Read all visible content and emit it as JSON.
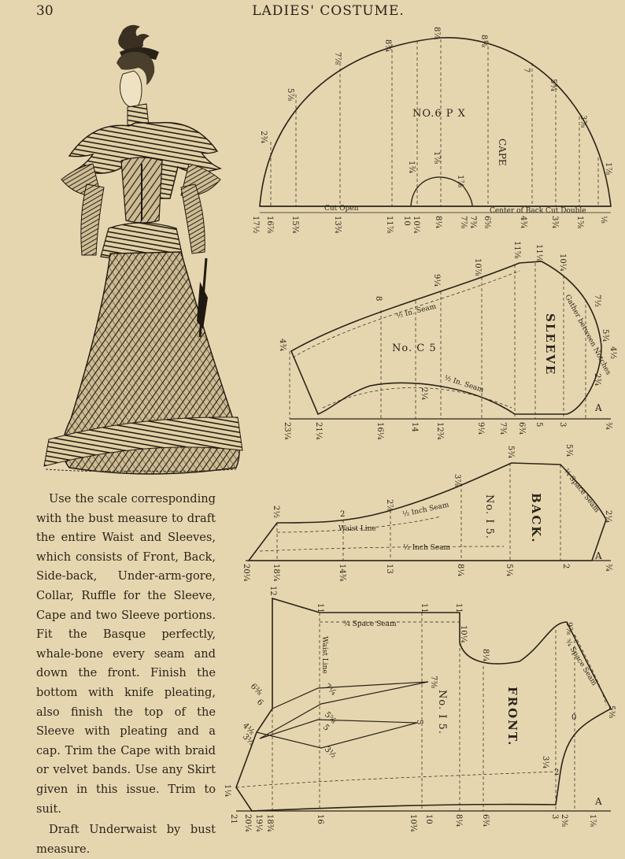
{
  "header": {
    "page_number": "30",
    "title": "LADIES' COSTUME."
  },
  "instructions": {
    "paragraph1": "Use the scale corresponding with the bust measure to draft the entire Waist and Sleeves, which consists of Front, Back, Side-back, Under-arm-gore, Collar, Ruffle for the Sleeve, Cape and two Sleeve portions. Fit the Basque perfectly, whale-bone every seam and down the front. Finish the bottom with knife pleating, also finish the top of the Sleeve with pleating and a cap. Trim the Cape with braid or velvet bands. Use any Skirt given in this issue. Trim to suit.",
    "paragraph2": "Draft Underwaist by bust measure."
  },
  "cape": {
    "title": "NO.6 P X",
    "name": "CAPE",
    "cut_open": "Cut Open",
    "center_back": "Center of Back Cut Double",
    "top_marks": [
      "8¾",
      "8⅞",
      "8⅛",
      "7⅞",
      "5⅞",
      "2¾",
      "7",
      "5¾",
      "3⅞",
      "1⅞"
    ],
    "inner_marks": [
      "1¾",
      "1⅞",
      "1⅞"
    ],
    "bottom_marks": [
      "17½",
      "16⅞",
      "15¾",
      "13¾",
      "11⅞",
      "10",
      "10¼",
      "8¼",
      "7⅞",
      "7¾",
      "6⅝",
      "4¾",
      "3¾",
      "1⅝",
      "⅛"
    ]
  },
  "sleeve": {
    "title": "No. C 5",
    "name": "SLEEVE",
    "in_seam_top": "½ In. Seam",
    "in_seam_bottom": "½ In. Seam",
    "gather": "Gather between Notches",
    "point": "A",
    "top_marks": [
      "11⅝",
      "11⅛",
      "10⅞",
      "10¼",
      "9¼",
      "8",
      "7½",
      "5¾",
      "4½",
      "4¾"
    ],
    "bottom_marks": [
      "23¼",
      "21¼",
      "16¼",
      "14",
      "12¾",
      "9¼",
      "7¾",
      "6¾",
      "5",
      "3",
      "2¼",
      "2¾",
      "¾"
    ]
  },
  "back": {
    "title": "No. I 5.",
    "name": "BACK.",
    "inch_seam": "½ Inch Seam",
    "inch_seam_lower": "½ Inch Seam",
    "space_seam": "¾ Space Seam",
    "waist_line": "Waist Line",
    "point": "A",
    "top_marks": [
      "5¾",
      "5¾",
      "3⅞",
      "2⅞",
      "2½",
      "2",
      "2¼"
    ],
    "bottom_marks": [
      "20¼",
      "18¼",
      "14¾",
      "13",
      "8¼",
      "5¼",
      "2",
      "¾"
    ]
  },
  "front": {
    "title": "No. I 5.",
    "name": "FRONT.",
    "space_seam_top": "¾ Space Seam",
    "space_seam_side": "¾ Space Seam",
    "waist_line": "Waist Line",
    "point": "A",
    "top_marks": [
      "12",
      "11",
      "11",
      "11",
      "10¼",
      "9⅞",
      "8¼",
      "5⅜"
    ],
    "side_marks": [
      "6⅜",
      "6",
      "4⅛",
      "3½",
      "1¼",
      "7¼",
      "7⅜",
      "5⅝",
      "5",
      "5",
      "3½",
      "3¼",
      "2",
      "0"
    ],
    "bottom_marks": [
      "21",
      "20¼",
      "19¼",
      "18¾",
      "16",
      "10¾",
      "10",
      "8¼",
      "6¾",
      "3",
      "2⅜",
      "1⅞"
    ]
  }
}
